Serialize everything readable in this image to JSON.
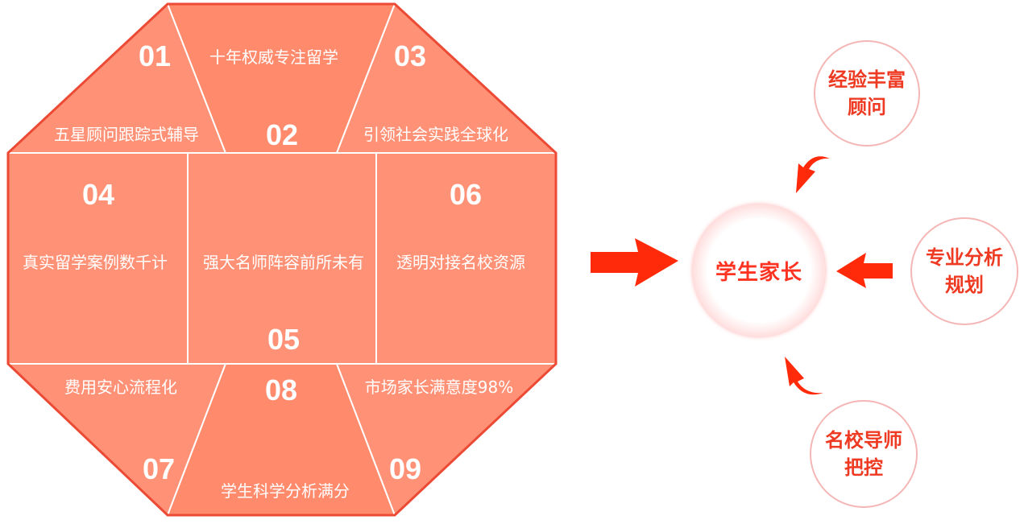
{
  "octagon": {
    "fill": "#ff9276",
    "border_color": "#ec4a35",
    "segments": [
      {
        "number": "01",
        "label": "五星顾问跟踪式辅导"
      },
      {
        "number": "02",
        "label": "十年权威专注留学"
      },
      {
        "number": "03",
        "label": "引领社会实践全球化"
      },
      {
        "number": "04",
        "label": "真实留学案例数千计"
      },
      {
        "number": "05",
        "label": "强大名师阵容前所未有"
      },
      {
        "number": "06",
        "label": "透明对接名校资源"
      },
      {
        "number": "07",
        "label": "费用安心流程化"
      },
      {
        "number": "08",
        "label": "学生科学分析满分"
      },
      {
        "number": "09",
        "label": "市场家长满意度98%"
      }
    ]
  },
  "hub": {
    "center_label": "学生家长",
    "arrow_color": "#ff2a0a",
    "satellites": [
      {
        "line1": "经验丰富",
        "line2": "顾问"
      },
      {
        "line1": "专业分析",
        "line2": "规划"
      },
      {
        "line1": "名校导师",
        "line2": "把控"
      }
    ]
  }
}
